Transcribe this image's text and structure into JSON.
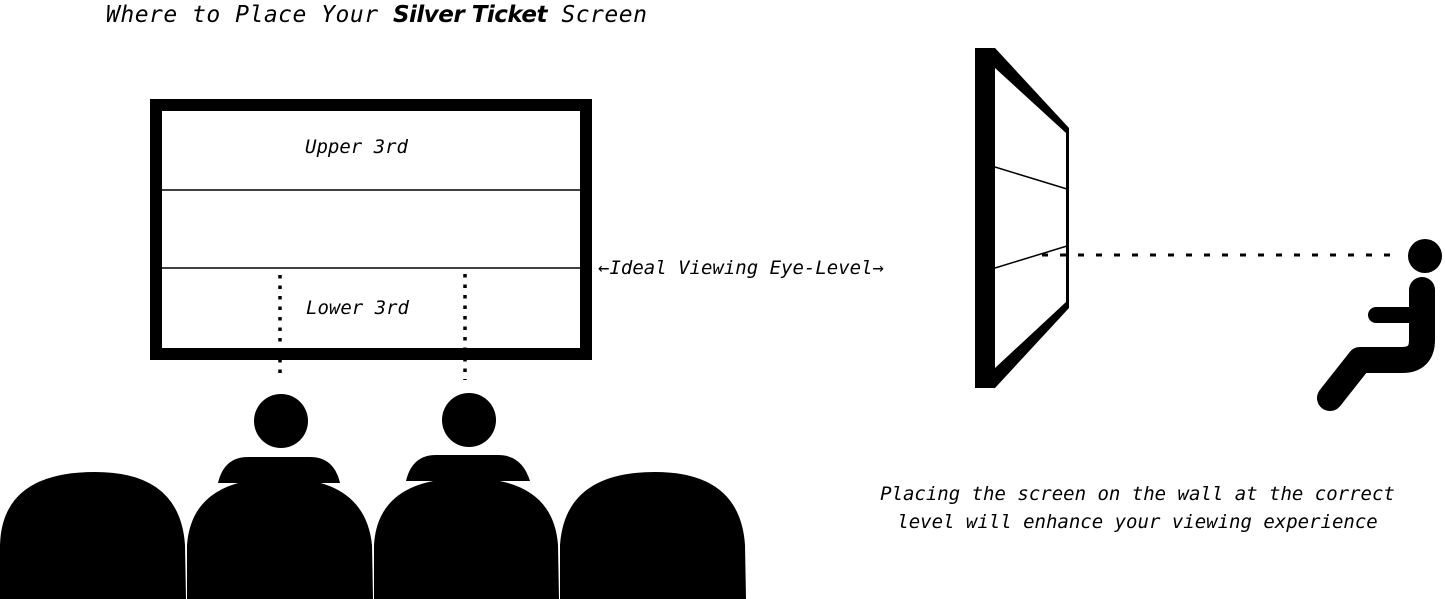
{
  "title": {
    "prefix": "Where to Place Your ",
    "brand": "Silver Ticket",
    "suffix": " Screen"
  },
  "front_screen": {
    "upper_label": "Upper 3rd",
    "lower_label": "Lower 3rd"
  },
  "eye_level_label": "←Ideal Viewing Eye-Level→",
  "caption": {
    "line1": "Placing the screen on the wall at the correct",
    "line2": "level will enhance your viewing experience"
  },
  "icons": [
    "front-screen-icon",
    "audience-seats-icon",
    "viewer-head-icon",
    "side-screen-icon",
    "seated-viewer-icon",
    "sightline-dotted"
  ],
  "colors": {
    "ink": "#000000",
    "background": "#ffffff"
  }
}
